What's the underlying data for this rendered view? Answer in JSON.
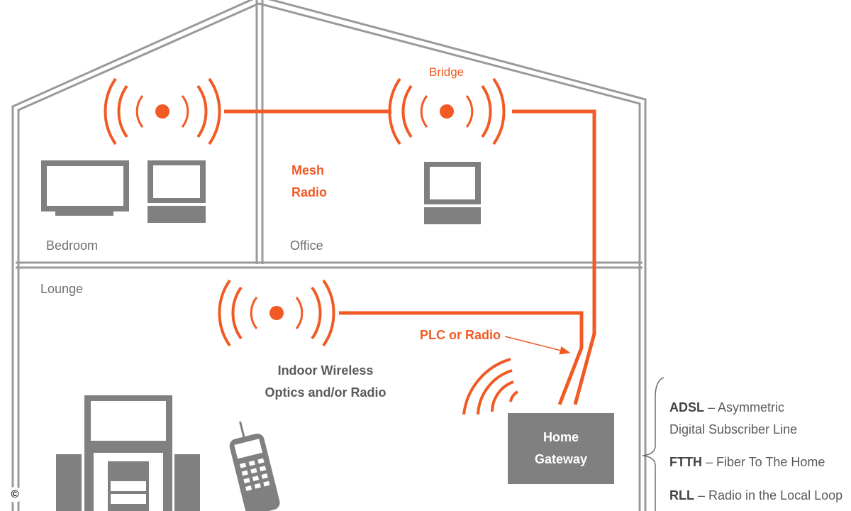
{
  "rooms": {
    "bedroom": "Bedroom",
    "office": "Office",
    "lounge": "Lounge"
  },
  "labels": {
    "bridge": "Bridge",
    "mesh_line1": "Mesh",
    "mesh_line2": "Radio",
    "plc": "PLC or Radio",
    "indoor_line1": "Indoor Wireless",
    "indoor_line2": "Optics and/or Radio",
    "gateway_line1": "Home",
    "gateway_line2": "Gateway"
  },
  "legend": [
    {
      "key": "ADSL",
      "text": " – Asymmetric",
      "text2": "Digital Subscriber Line"
    },
    {
      "key": "FTTH",
      "text": " – Fiber To The Home"
    },
    {
      "key": "RLL",
      "text": " – Radio in the Local Loop"
    }
  ],
  "copyright_symbol": "©",
  "colors": {
    "accent": "#f15a24",
    "device_gray": "#808080",
    "wall_gray": "#9a9a9a"
  },
  "icons": [
    "radio-node-icon",
    "tv-icon",
    "computer-icon",
    "stereo-icon",
    "cordless-phone-icon",
    "wifi-waves-icon"
  ]
}
